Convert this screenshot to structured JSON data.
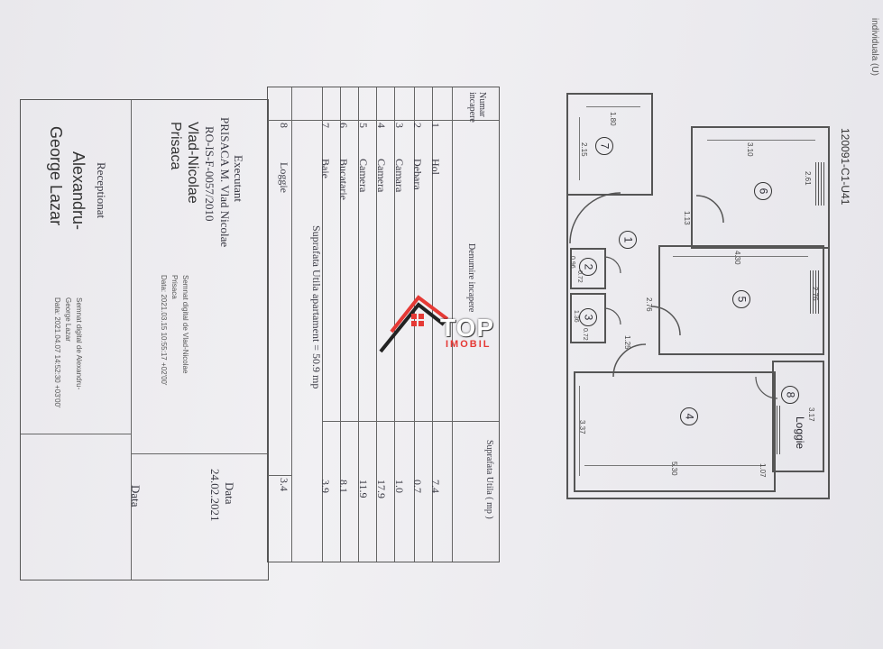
{
  "header": {
    "code": "120091-C1-U41",
    "corner_text": "individuala (U)"
  },
  "signatures": {
    "executant_label": "Executant",
    "executant_name": "PRISACA M. Vlad Nicolae",
    "executant_reg": "RO-IS-F-0057/2010",
    "executant_sign_line1": "Vlad-Nicolae",
    "executant_sign_line2": "Prisaca",
    "executant_digital_1": "Semnat digital de Vlad-Nicolae",
    "executant_digital_2": "Prisaca",
    "executant_digital_3": "Data: 2021.03.15 10:55:17 +02'00'",
    "data_label_1": "Data",
    "data_value_1": "24.02.2021",
    "receptionat_label": "Receptionat",
    "receptionat_line1": "Alexandru-",
    "receptionat_line2": "George Lazar",
    "receptionat_digital_1": "Semnat digital de Alexandru-",
    "receptionat_digital_2": "George Lazar",
    "receptionat_digital_3": "Data: 2021.04.07 14:52:30 +03'00'",
    "data_label_2": "Data"
  },
  "table": {
    "col_nr": "Numar incapere",
    "col_name": "Denumire incapere",
    "col_area": "Suprafata Utila ( mp )",
    "rows": [
      {
        "nr": "1",
        "name": "Hol",
        "area": "7.4"
      },
      {
        "nr": "2",
        "name": "Debara",
        "area": "0.7"
      },
      {
        "nr": "3",
        "name": "Camara",
        "area": "1.0"
      },
      {
        "nr": "4",
        "name": "Camera",
        "area": "17.9"
      },
      {
        "nr": "5",
        "name": "Camera",
        "area": "11.9"
      },
      {
        "nr": "6",
        "name": "Bucatarie",
        "area": "8.1"
      },
      {
        "nr": "7",
        "name": "Baie",
        "area": "3.9"
      }
    ],
    "total_label": "Suprafata Utila apartament = 50.9 mp",
    "extra_row": {
      "nr": "8",
      "name": "Loggie",
      "area": "3.4"
    }
  },
  "plan": {
    "rooms": [
      "1",
      "2",
      "3",
      "4",
      "5",
      "6",
      "7",
      "8"
    ],
    "loggie_label": "Loggie",
    "dims": {
      "d7_w": "1.80",
      "d7_h": "2.15",
      "d6_w": "3.10",
      "d6_h": "2.61",
      "d_hol": "1.13",
      "d5_w": "4.30",
      "d5_h": "2.76",
      "d5_h2": "2.76",
      "d2_a": "0.72",
      "d2_b": "0.96",
      "d3_a": "1.36",
      "d3_b": "0.72",
      "d_125": "1.25",
      "d4_w": "5.30",
      "d4_h": "3.37",
      "d8_h": "3.17",
      "d8_w": "1.07"
    }
  },
  "watermark": {
    "brand": "TOP",
    "sub": "IMOBIL"
  },
  "colors": {
    "accent": "#e53935",
    "ink": "#2b2b33"
  }
}
